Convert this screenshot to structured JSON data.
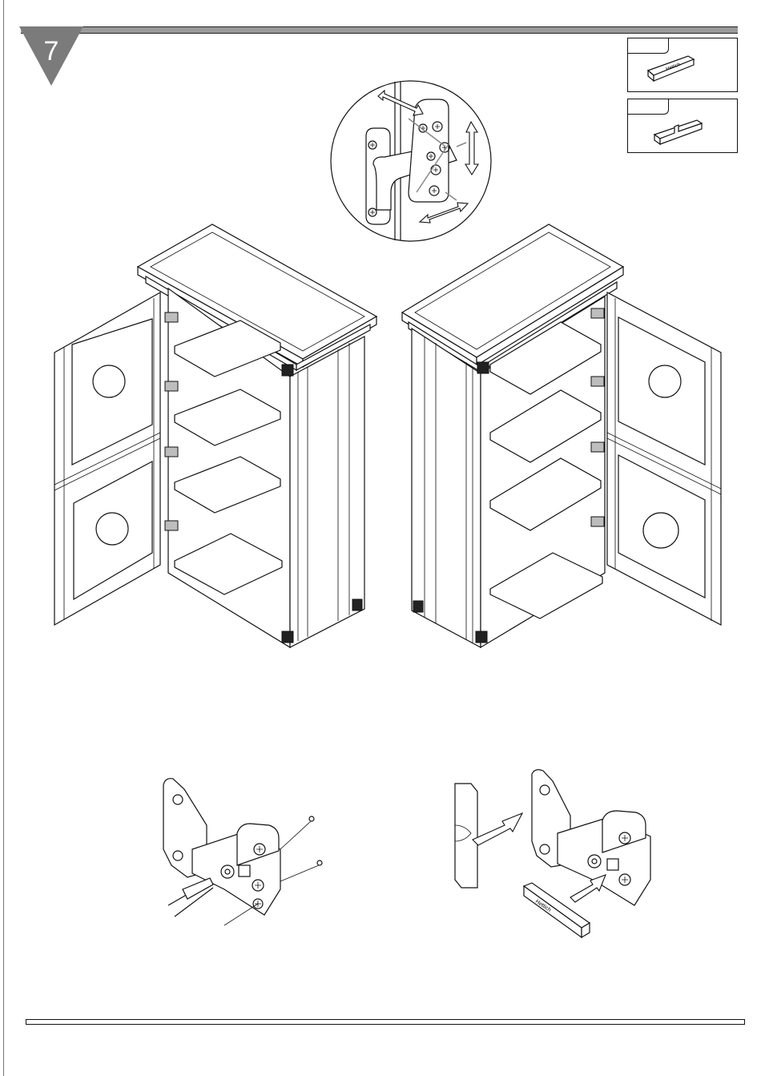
{
  "header": {
    "step_number": "7"
  },
  "legend": {
    "items": [
      {
        "name": "hinge-cover-cap-icon",
        "brand_text": "Hettich"
      },
      {
        "name": "hinge-arm-cover-icon"
      }
    ]
  },
  "callouts": {
    "hinge_cap_brand": "Hettich"
  },
  "colors": {
    "line": "#111111",
    "badge": "#7b7b7b",
    "bar": "#9a9a9a",
    "glass_pattern": "#777777"
  }
}
